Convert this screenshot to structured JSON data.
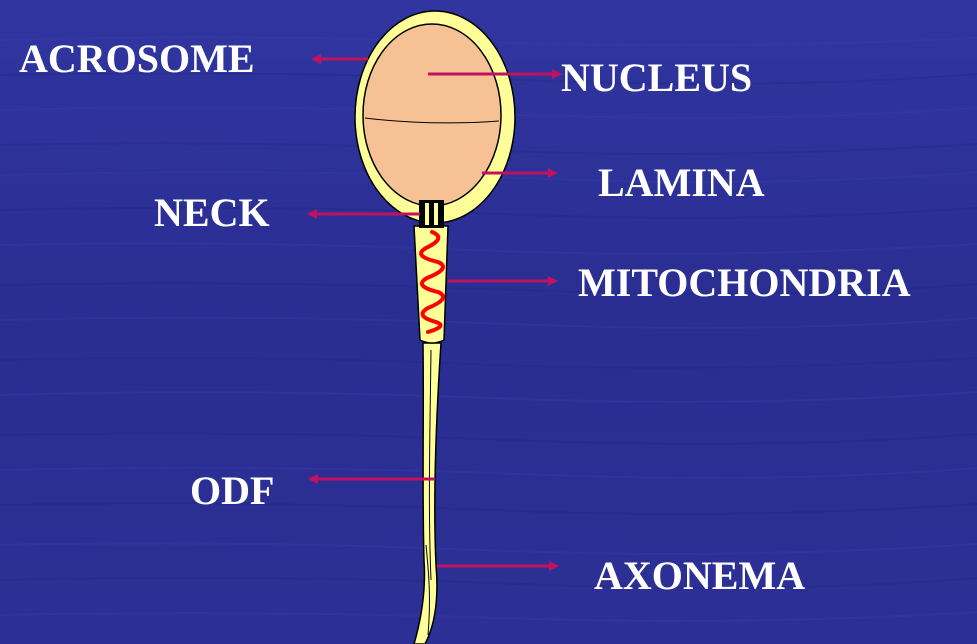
{
  "colors": {
    "background": "#2b2f94",
    "arrow": "#c0125f",
    "cell_body": "#ffff99",
    "nucleus": "#f6c295",
    "mitochondria": "#ff0000",
    "label_text": "#ffffff"
  },
  "labels": {
    "acrosome": "ACROSOME",
    "nucleus": "NUCLEUS",
    "lamina": "LAMINA",
    "neck": "NECK",
    "mitochondria": "MITOCHONDRIA",
    "odf": "ODF",
    "axonema": "AXONEMA"
  }
}
